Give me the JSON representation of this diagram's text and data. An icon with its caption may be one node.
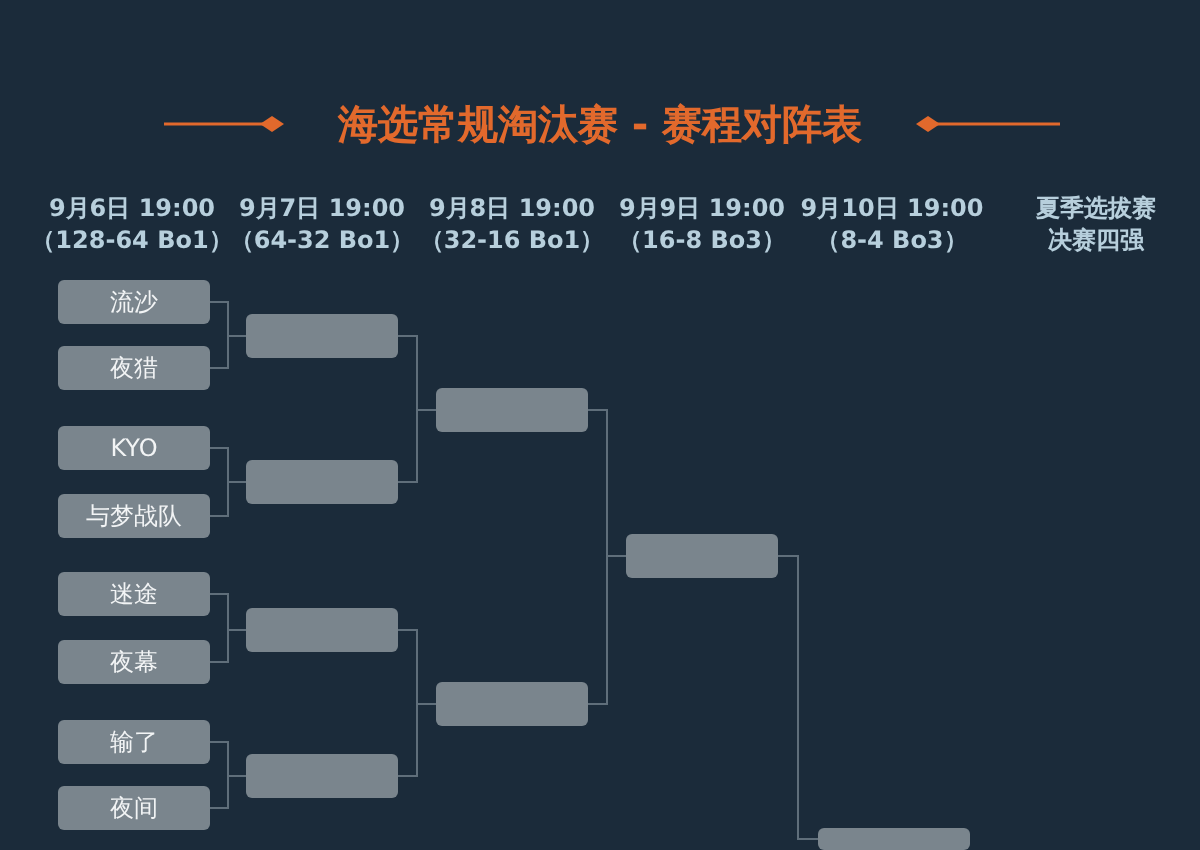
{
  "diagram": {
    "title": "海选常规淘汰赛 - 赛程对阵表",
    "nodes": [
      {
        "text": [
          "流沙"
        ]
      },
      {
        "text": [
          "夜猎"
        ]
      },
      {
        "text": [
          "KYO"
        ]
      },
      {
        "text": [
          "与梦战队"
        ]
      },
      {
        "text": [
          "迷途"
        ]
      },
      {
        "text": [
          "夜幕"
        ]
      },
      {
        "text": [
          "输了"
        ]
      },
      {
        "text": [
          "夜间"
        ]
      },
      {
        "text": [],
        "shape": "box"
      },
      {
        "text": [],
        "shape": "box"
      },
      {
        "text": [],
        "shape": "box"
      },
      {
        "text": [],
        "shape": "box"
      },
      {
        "text": [],
        "shape": "box"
      },
      {
        "text": [],
        "shape": "box"
      },
      {
        "text": [],
        "shape": "box"
      },
      {
        "text": [],
        "shape": "box"
      }
    ],
    "edges": [
      {
        "from": 0,
        "to": 8,
        "arrow": "none"
      },
      {
        "from": 1,
        "to": 8,
        "arrow": "none"
      },
      {
        "from": 2,
        "to": 9,
        "arrow": "none"
      },
      {
        "from": 3,
        "to": 9,
        "arrow": "none"
      },
      {
        "from": 4,
        "to": 10,
        "arrow": "none"
      },
      {
        "from": 5,
        "to": 10,
        "arrow": "none"
      },
      {
        "from": 6,
        "to": 11,
        "arrow": "none"
      },
      {
        "from": 7,
        "to": 11,
        "arrow": "none"
      },
      {
        "from": 8,
        "to": 12,
        "arrow": "none"
      },
      {
        "from": 9,
        "to": 12,
        "arrow": "none"
      },
      {
        "from": 10,
        "to": 13,
        "arrow": "none"
      },
      {
        "from": 11,
        "to": 13,
        "arrow": "none"
      },
      {
        "from": 12,
        "to": 14,
        "arrow": "none"
      },
      {
        "from": 13,
        "to": 14,
        "arrow": "none"
      },
      {
        "from": 14,
        "to": 15,
        "arrow": "none"
      }
    ],
    "labels": [
      "9月6日 19:00 （128-64 Bo1）",
      "9月7日 19:00 （64-32 Bo1）",
      "9月8日 19:00 （32-16 Bo1）",
      "9月9日 19:00 （16-8 Bo3）",
      "9月10日 19:00 （8-4 Bo3）",
      "夏季选拔赛决赛四强"
    ]
  }
}
